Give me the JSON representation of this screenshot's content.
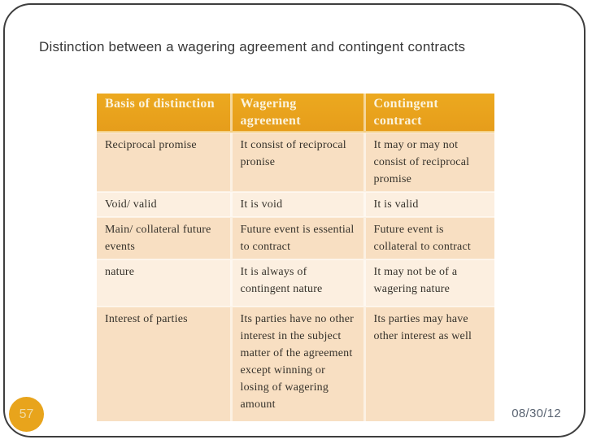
{
  "slide": {
    "title": "Distinction between a wagering agreement and contingent contracts",
    "page_number": "57",
    "date": "08/30/12"
  },
  "table": {
    "columns": [
      "Basis of distinction",
      "Wagering\nagreement",
      "Contingent\ncontract"
    ],
    "rows": [
      [
        "Reciprocal promise",
        "It consist of reciprocal pronise",
        "It may or may not consist of reciprocal promise"
      ],
      [
        "Void/ valid",
        "It is void",
        "It is valid"
      ],
      [
        "Main/ collateral future events",
        "Future event is essential to contract",
        "Future event is collateral to contract"
      ],
      [
        "nature",
        "It is always of contingent nature",
        "It may not be of a wagering nature"
      ],
      [
        "Interest of parties",
        "Its parties have no other interest in the subject matter of the agreement except winning or losing of wagering amount",
        "Its parties may have other interest as well"
      ]
    ]
  },
  "colors": {
    "header_bg": "#e8a11e",
    "row_band_dark": "#f8dfc2",
    "row_band_light": "#fcefe0",
    "header_text": "#fbf3dd",
    "body_text": "#36322b",
    "title_text": "#373737",
    "date_text": "#5a6472",
    "frame_border": "#3e3e3e",
    "badge_bg": "#e8a41c",
    "badge_text": "#efd9a2"
  }
}
